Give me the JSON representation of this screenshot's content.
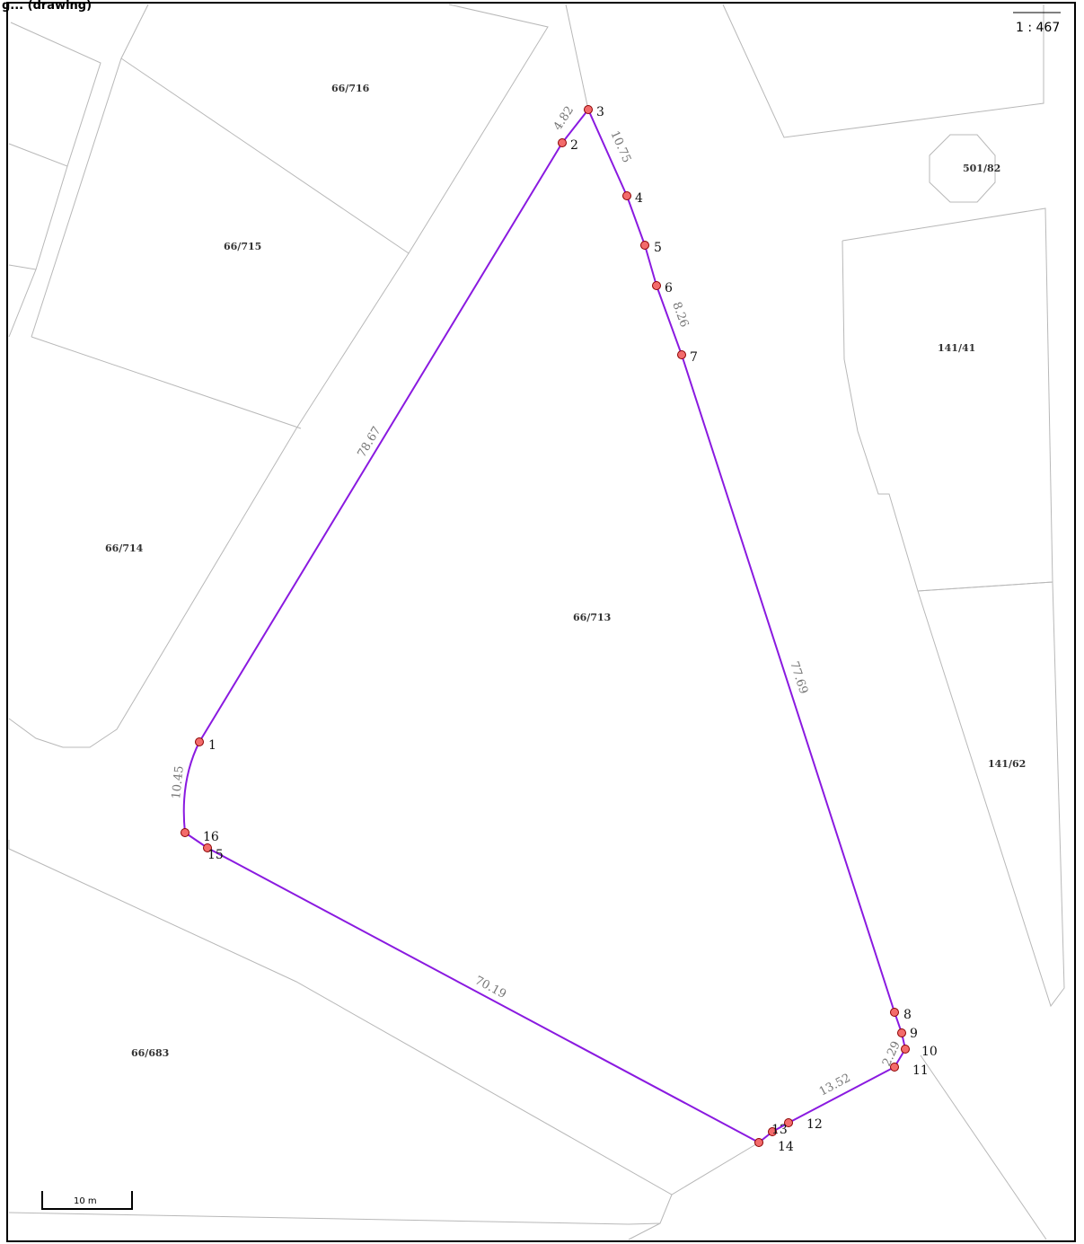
{
  "header": {
    "text": "g... (drawing)"
  },
  "scale": {
    "ratio": "1 : 467",
    "bar_label": "10 m"
  },
  "parcels": [
    {
      "id": "66/716"
    },
    {
      "id": "66/715"
    },
    {
      "id": "66/714"
    },
    {
      "id": "66/713"
    },
    {
      "id": "66/683"
    },
    {
      "id": "501/82"
    },
    {
      "id": "141/41"
    },
    {
      "id": "141/62"
    }
  ],
  "vertices": [
    "1",
    "2",
    "3",
    "4",
    "5",
    "6",
    "7",
    "8",
    "9",
    "10",
    "11",
    "12",
    "13",
    "14",
    "15",
    "16"
  ],
  "segments": [
    "4.82",
    "10.75",
    "8.26",
    "77.69",
    "78.67",
    "10.45",
    "70.19",
    "13.52",
    "2.29"
  ],
  "colors": {
    "boundary": "#8a1ae0",
    "vertex_fill": "#f36b6b",
    "parcel_lines": "#b8b8b8"
  }
}
